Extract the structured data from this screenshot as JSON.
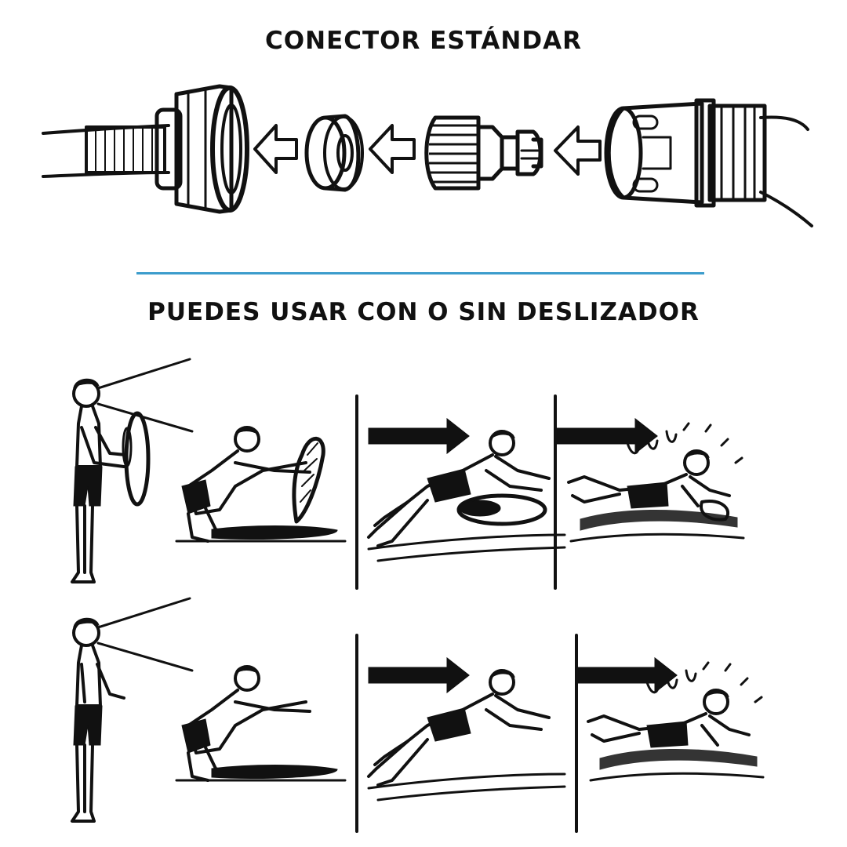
{
  "header": {
    "connector_title": "CONECTOR ESTÁNDAR",
    "usage_title": "PUEDES USAR CON O SIN DESLIZADOR"
  },
  "colors": {
    "ink": "#111111",
    "divider": "#3c9ccc",
    "background": "#ffffff"
  },
  "icons": {
    "hose_faucet_nut": "threaded-faucet-nut-icon",
    "rubber_washer": "washer-ring-icon",
    "threaded_adapter": "threaded-adapter-icon",
    "quick_connector": "quick-connector-icon",
    "assembly_arrow": "hollow-left-arrow-icon",
    "motion_arrow": "solid-right-arrow-icon",
    "person_with_board": "person-holding-board-icon",
    "person_without_board": "person-pointing-icon"
  },
  "diagram": {
    "connector_parts": [
      "hose-with-nut",
      "washer",
      "threaded-adapter",
      "quick-connector"
    ],
    "usage_rows": [
      {
        "variant": "with-slider",
        "steps": [
          "stand",
          "crouch",
          "slide",
          "splash"
        ]
      },
      {
        "variant": "without-slider",
        "steps": [
          "stand",
          "crouch",
          "slide",
          "splash"
        ]
      }
    ]
  }
}
